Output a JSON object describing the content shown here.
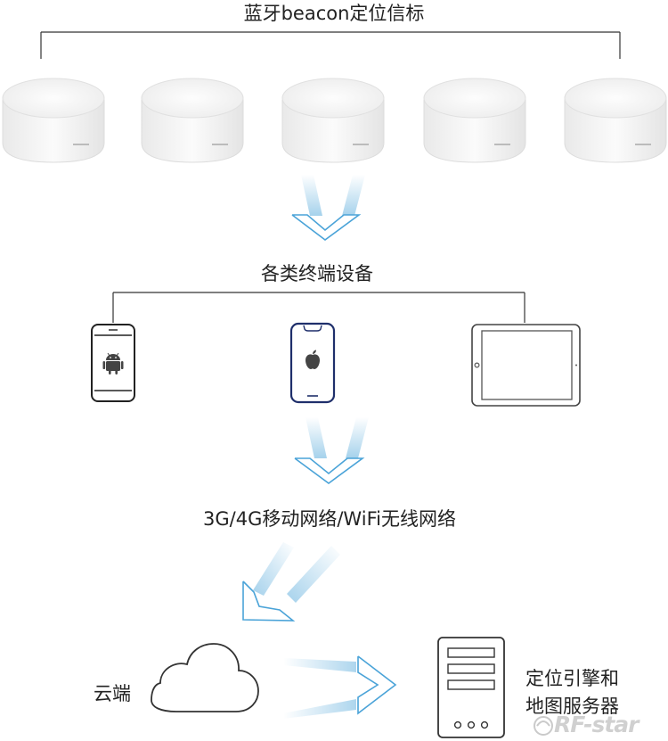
{
  "beacons": {
    "title": "蓝牙beacon定位信标",
    "count": 5
  },
  "devices": {
    "title": "各类终端设备",
    "items": [
      "android-phone",
      "iphone",
      "tablet"
    ]
  },
  "network": {
    "title": "3G/4G移动网络/WiFi无线网络"
  },
  "cloud": {
    "label": "云端"
  },
  "server": {
    "label_line1": "定位引擎和",
    "label_line2": "地图服务器"
  },
  "watermark": "RF-star",
  "colors": {
    "arrow": "#4aa3d8",
    "line": "#333333",
    "iphone_frame": "#1f2f6b"
  }
}
